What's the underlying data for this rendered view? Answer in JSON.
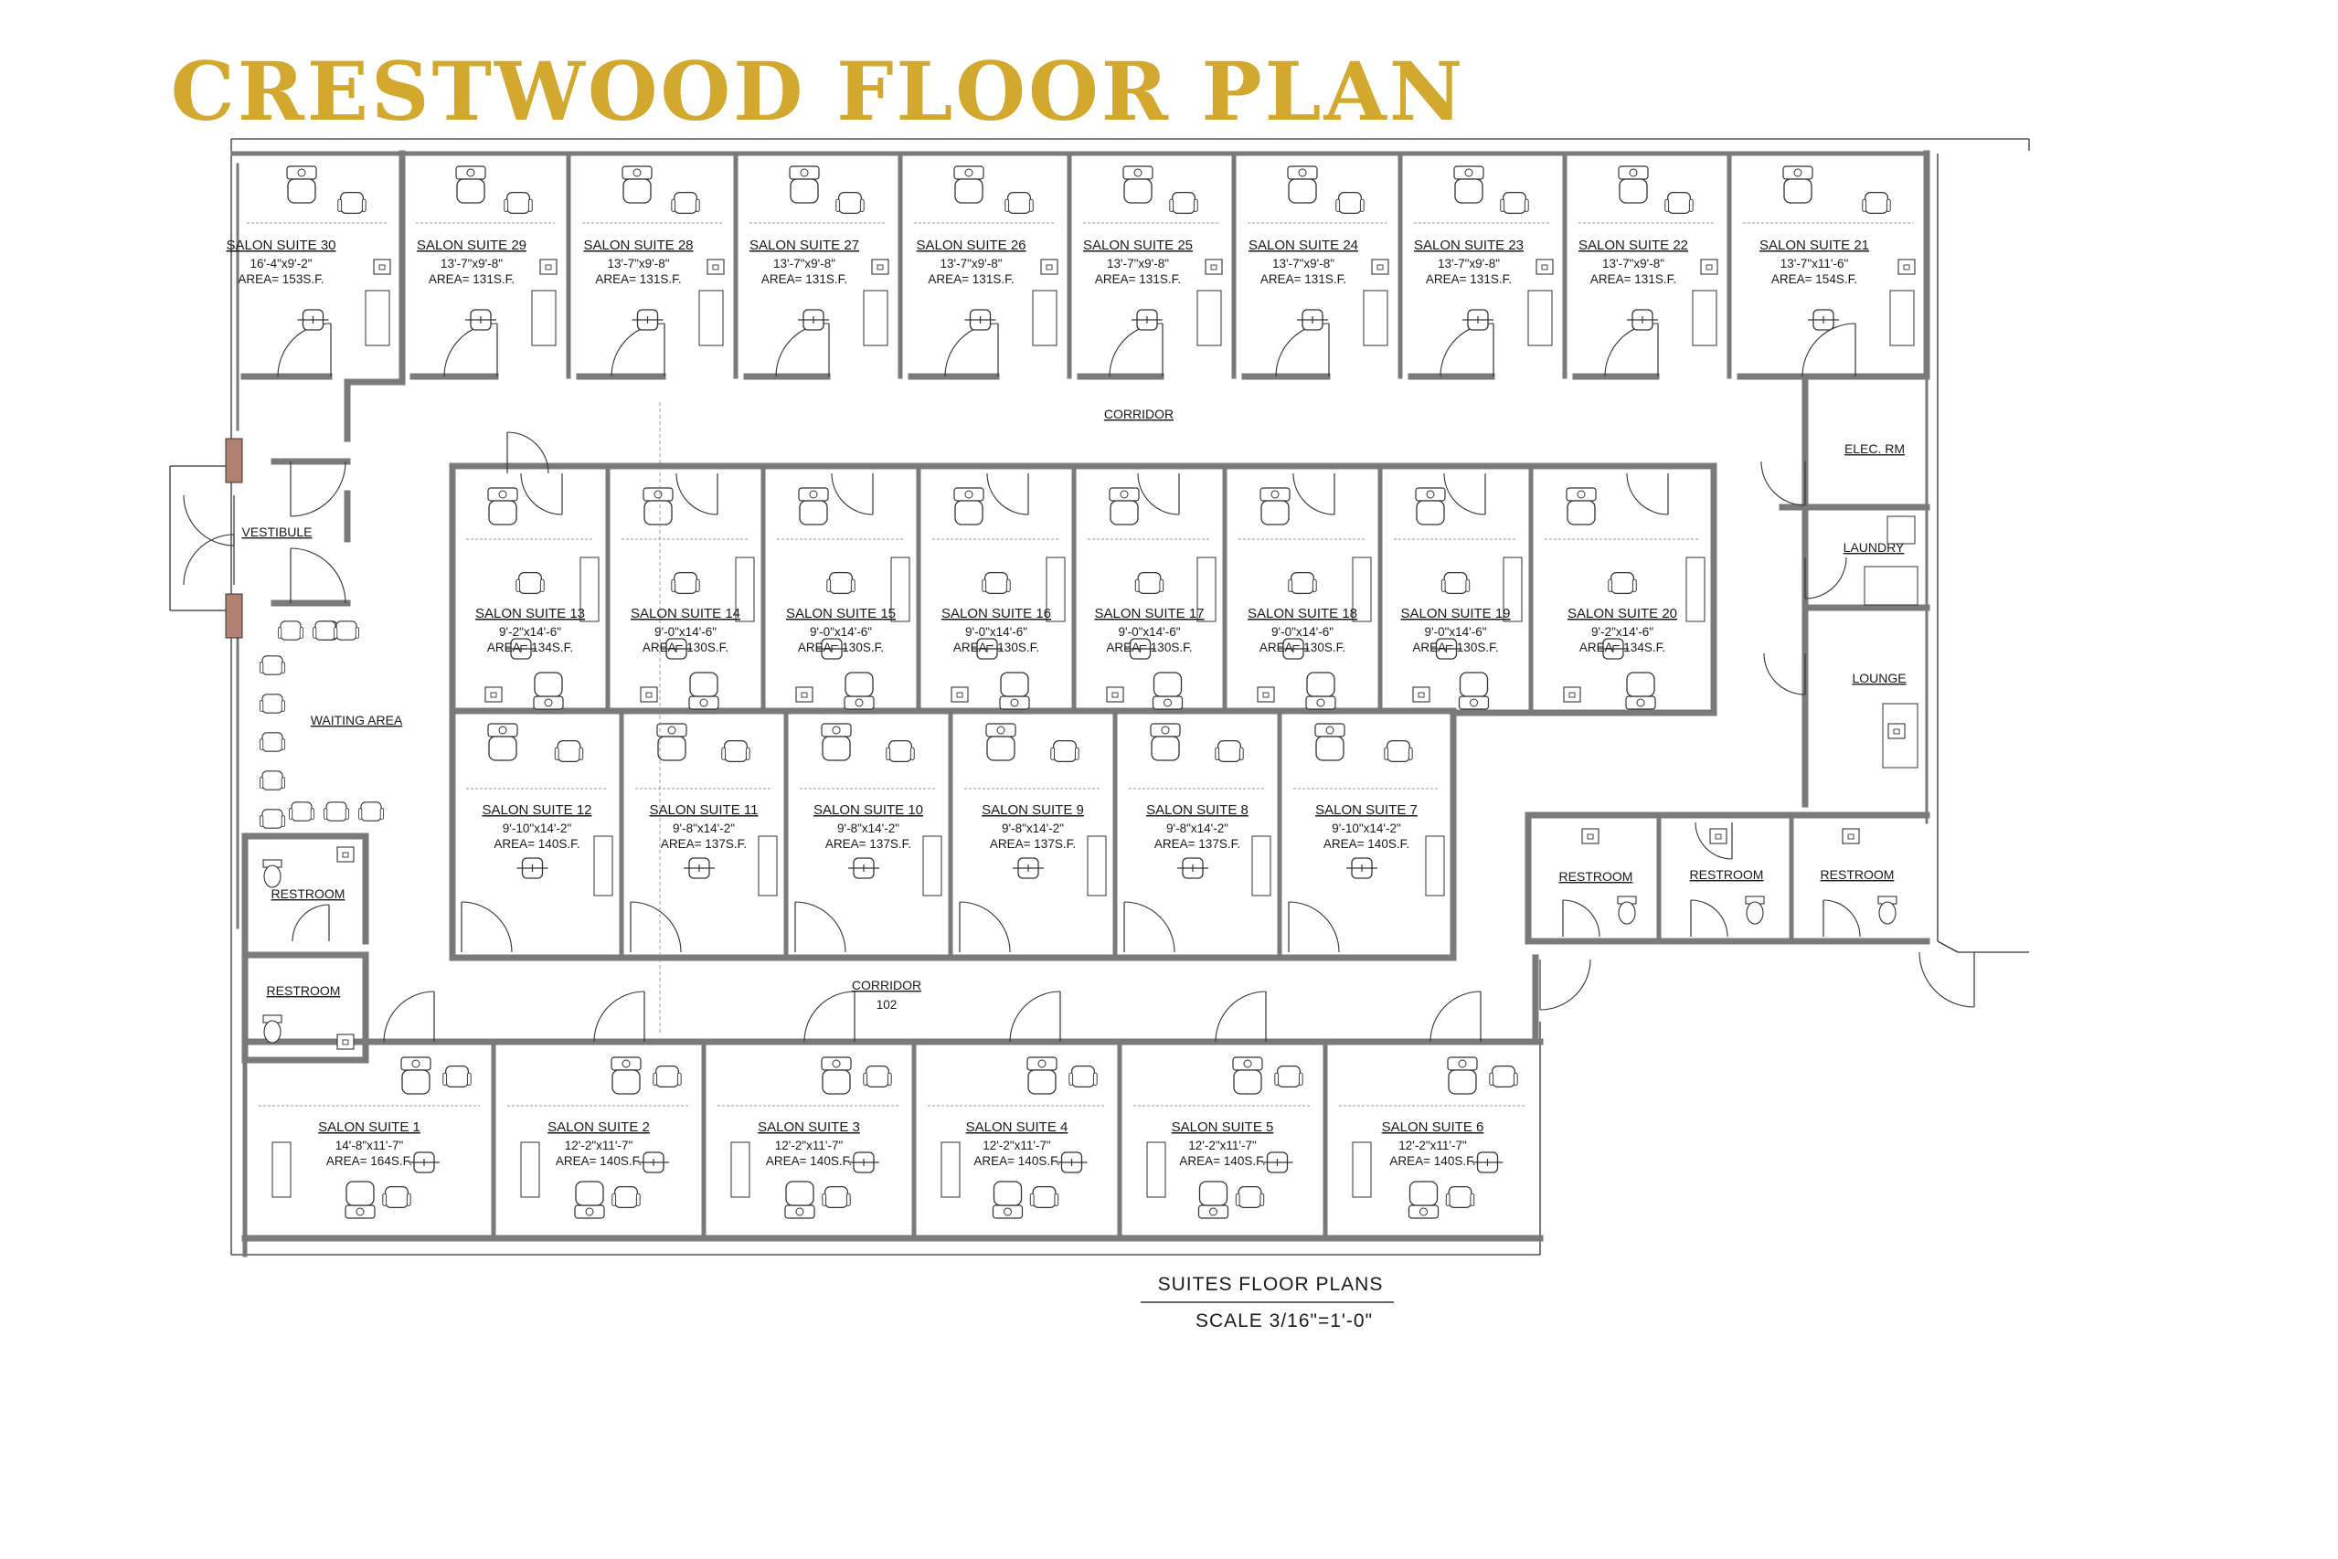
{
  "title": "CRESTWOOD FLOOR PLAN",
  "caption": {
    "line1": "SUITES FLOOR PLANS",
    "line2": "SCALE  3/16\"=1'-0\""
  },
  "colors": {
    "title": "#d2a92e",
    "walls": "#7a7a7a",
    "lines": "#333333"
  },
  "spaces": {
    "corridor_top": "CORRIDOR",
    "corridor_bottom": "CORRIDOR",
    "corridor_bottom_num": "102",
    "vestibule": "VESTIBULE",
    "waiting_area": "WAITING AREA",
    "elec_rm": "ELEC. RM",
    "laundry": "LAUNDRY",
    "lounge": "LOUNGE",
    "restroom": "RESTROOM"
  },
  "suites": [
    {
      "name": "SALON SUITE 30",
      "dim": "16'-4\"x9'-2\"",
      "area": "AREA= 153S.F."
    },
    {
      "name": "SALON SUITE 29",
      "dim": "13'-7\"x9'-8\"",
      "area": "AREA= 131S.F."
    },
    {
      "name": "SALON SUITE 28",
      "dim": "13'-7\"x9'-8\"",
      "area": "AREA= 131S.F."
    },
    {
      "name": "SALON SUITE 27",
      "dim": "13'-7\"x9'-8\"",
      "area": "AREA= 131S.F."
    },
    {
      "name": "SALON SUITE 26",
      "dim": "13'-7\"x9'-8\"",
      "area": "AREA= 131S.F."
    },
    {
      "name": "SALON SUITE 25",
      "dim": "13'-7\"x9'-8\"",
      "area": "AREA= 131S.F."
    },
    {
      "name": "SALON SUITE 24",
      "dim": "13'-7\"x9'-8\"",
      "area": "AREA= 131S.F."
    },
    {
      "name": "SALON SUITE 23",
      "dim": "13'-7\"x9'-8\"",
      "area": "AREA= 131S.F."
    },
    {
      "name": "SALON SUITE 22",
      "dim": "13'-7\"x9'-8\"",
      "area": "AREA= 131S.F."
    },
    {
      "name": "SALON SUITE 21",
      "dim": "13'-7\"x11'-6\"",
      "area": "AREA= 154S.F."
    },
    {
      "name": "SALON SUITE 13",
      "dim": "9'-2\"x14'-6\"",
      "area": "AREA= 134S.F."
    },
    {
      "name": "SALON SUITE 14",
      "dim": "9'-0\"x14'-6\"",
      "area": "AREA= 130S.F."
    },
    {
      "name": "SALON SUITE 15",
      "dim": "9'-0\"x14'-6\"",
      "area": "AREA= 130S.F."
    },
    {
      "name": "SALON SUITE 16",
      "dim": "9'-0\"x14'-6\"",
      "area": "AREA= 130S.F."
    },
    {
      "name": "SALON SUITE 17",
      "dim": "9'-0\"x14'-6\"",
      "area": "AREA= 130S.F."
    },
    {
      "name": "SALON SUITE 18",
      "dim": "9'-0\"x14'-6\"",
      "area": "AREA= 130S.F."
    },
    {
      "name": "SALON SUITE 19",
      "dim": "9'-0\"x14'-6\"",
      "area": "AREA= 130S.F."
    },
    {
      "name": "SALON SUITE 20",
      "dim": "9'-2\"x14'-6\"",
      "area": "AREA= 134S.F."
    },
    {
      "name": "SALON SUITE 12",
      "dim": "9'-10\"x14'-2\"",
      "area": "AREA= 140S.F."
    },
    {
      "name": "SALON SUITE 11",
      "dim": "9'-8\"x14'-2\"",
      "area": "AREA= 137S.F."
    },
    {
      "name": "SALON SUITE 10",
      "dim": "9'-8\"x14'-2\"",
      "area": "AREA= 137S.F."
    },
    {
      "name": "SALON SUITE 9",
      "dim": "9'-8\"x14'-2\"",
      "area": "AREA= 137S.F."
    },
    {
      "name": "SALON SUITE 8",
      "dim": "9'-8\"x14'-2\"",
      "area": "AREA= 137S.F."
    },
    {
      "name": "SALON SUITE 7",
      "dim": "9'-10\"x14'-2\"",
      "area": "AREA= 140S.F."
    },
    {
      "name": "SALON SUITE 1",
      "dim": "14'-8\"x11'-7\"",
      "area": "AREA= 164S.F."
    },
    {
      "name": "SALON SUITE 2",
      "dim": "12'-2\"x11'-7\"",
      "area": "AREA= 140S.F."
    },
    {
      "name": "SALON SUITE 3",
      "dim": "12'-2\"x11'-7\"",
      "area": "AREA= 140S.F."
    },
    {
      "name": "SALON SUITE 4",
      "dim": "12'-2\"x11'-7\"",
      "area": "AREA= 140S.F."
    },
    {
      "name": "SALON SUITE 5",
      "dim": "12'-2\"x11'-7\"",
      "area": "AREA= 140S.F."
    },
    {
      "name": "SALON SUITE 6",
      "dim": "12'-2\"x11'-7\"",
      "area": "AREA= 140S.F."
    }
  ]
}
